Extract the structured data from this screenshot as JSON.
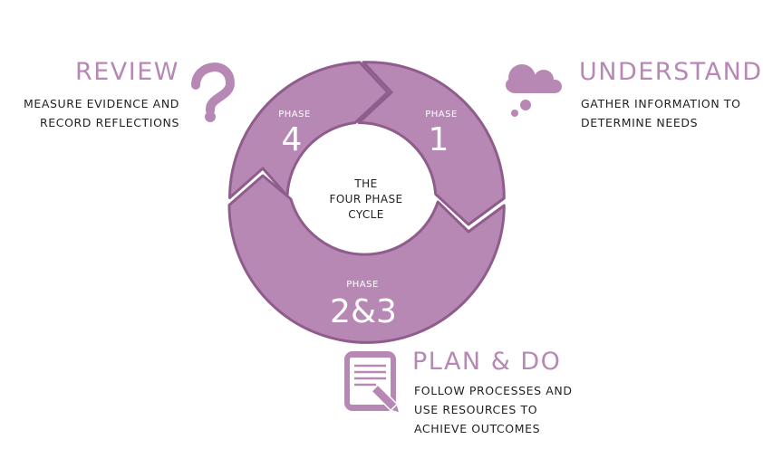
{
  "center": {
    "lines": [
      "THE",
      "FOUR PHASE",
      "CYCLE"
    ]
  },
  "phases": {
    "p4": {
      "caption": "PHASE",
      "number": "4"
    },
    "p1": {
      "caption": "PHASE",
      "number": "1"
    },
    "p23": {
      "caption": "PHASE",
      "number": "2&3"
    }
  },
  "review": {
    "title": "REVIEW",
    "lines": [
      "MEASURE EVIDENCE AND",
      "RECORD REFLECTIONS"
    ],
    "icon": "question-mark-icon"
  },
  "understand": {
    "title": "UNDERSTAND",
    "lines": [
      "GATHER INFORMATION TO",
      "DETERMINE NEEDS"
    ],
    "icon": "thought-cloud-icon"
  },
  "plan": {
    "title": "PLAN & DO",
    "lines": [
      "FOLLOW PROCESSES AND",
      "USE RESOURCES TO",
      "ACHIEVE OUTCOMES"
    ],
    "icon": "document-pencil-icon"
  },
  "colors": {
    "ring_fill": "#b888b5",
    "ring_stroke": "#8f5d8c",
    "heading": "#b888b5",
    "text": "#222222"
  }
}
